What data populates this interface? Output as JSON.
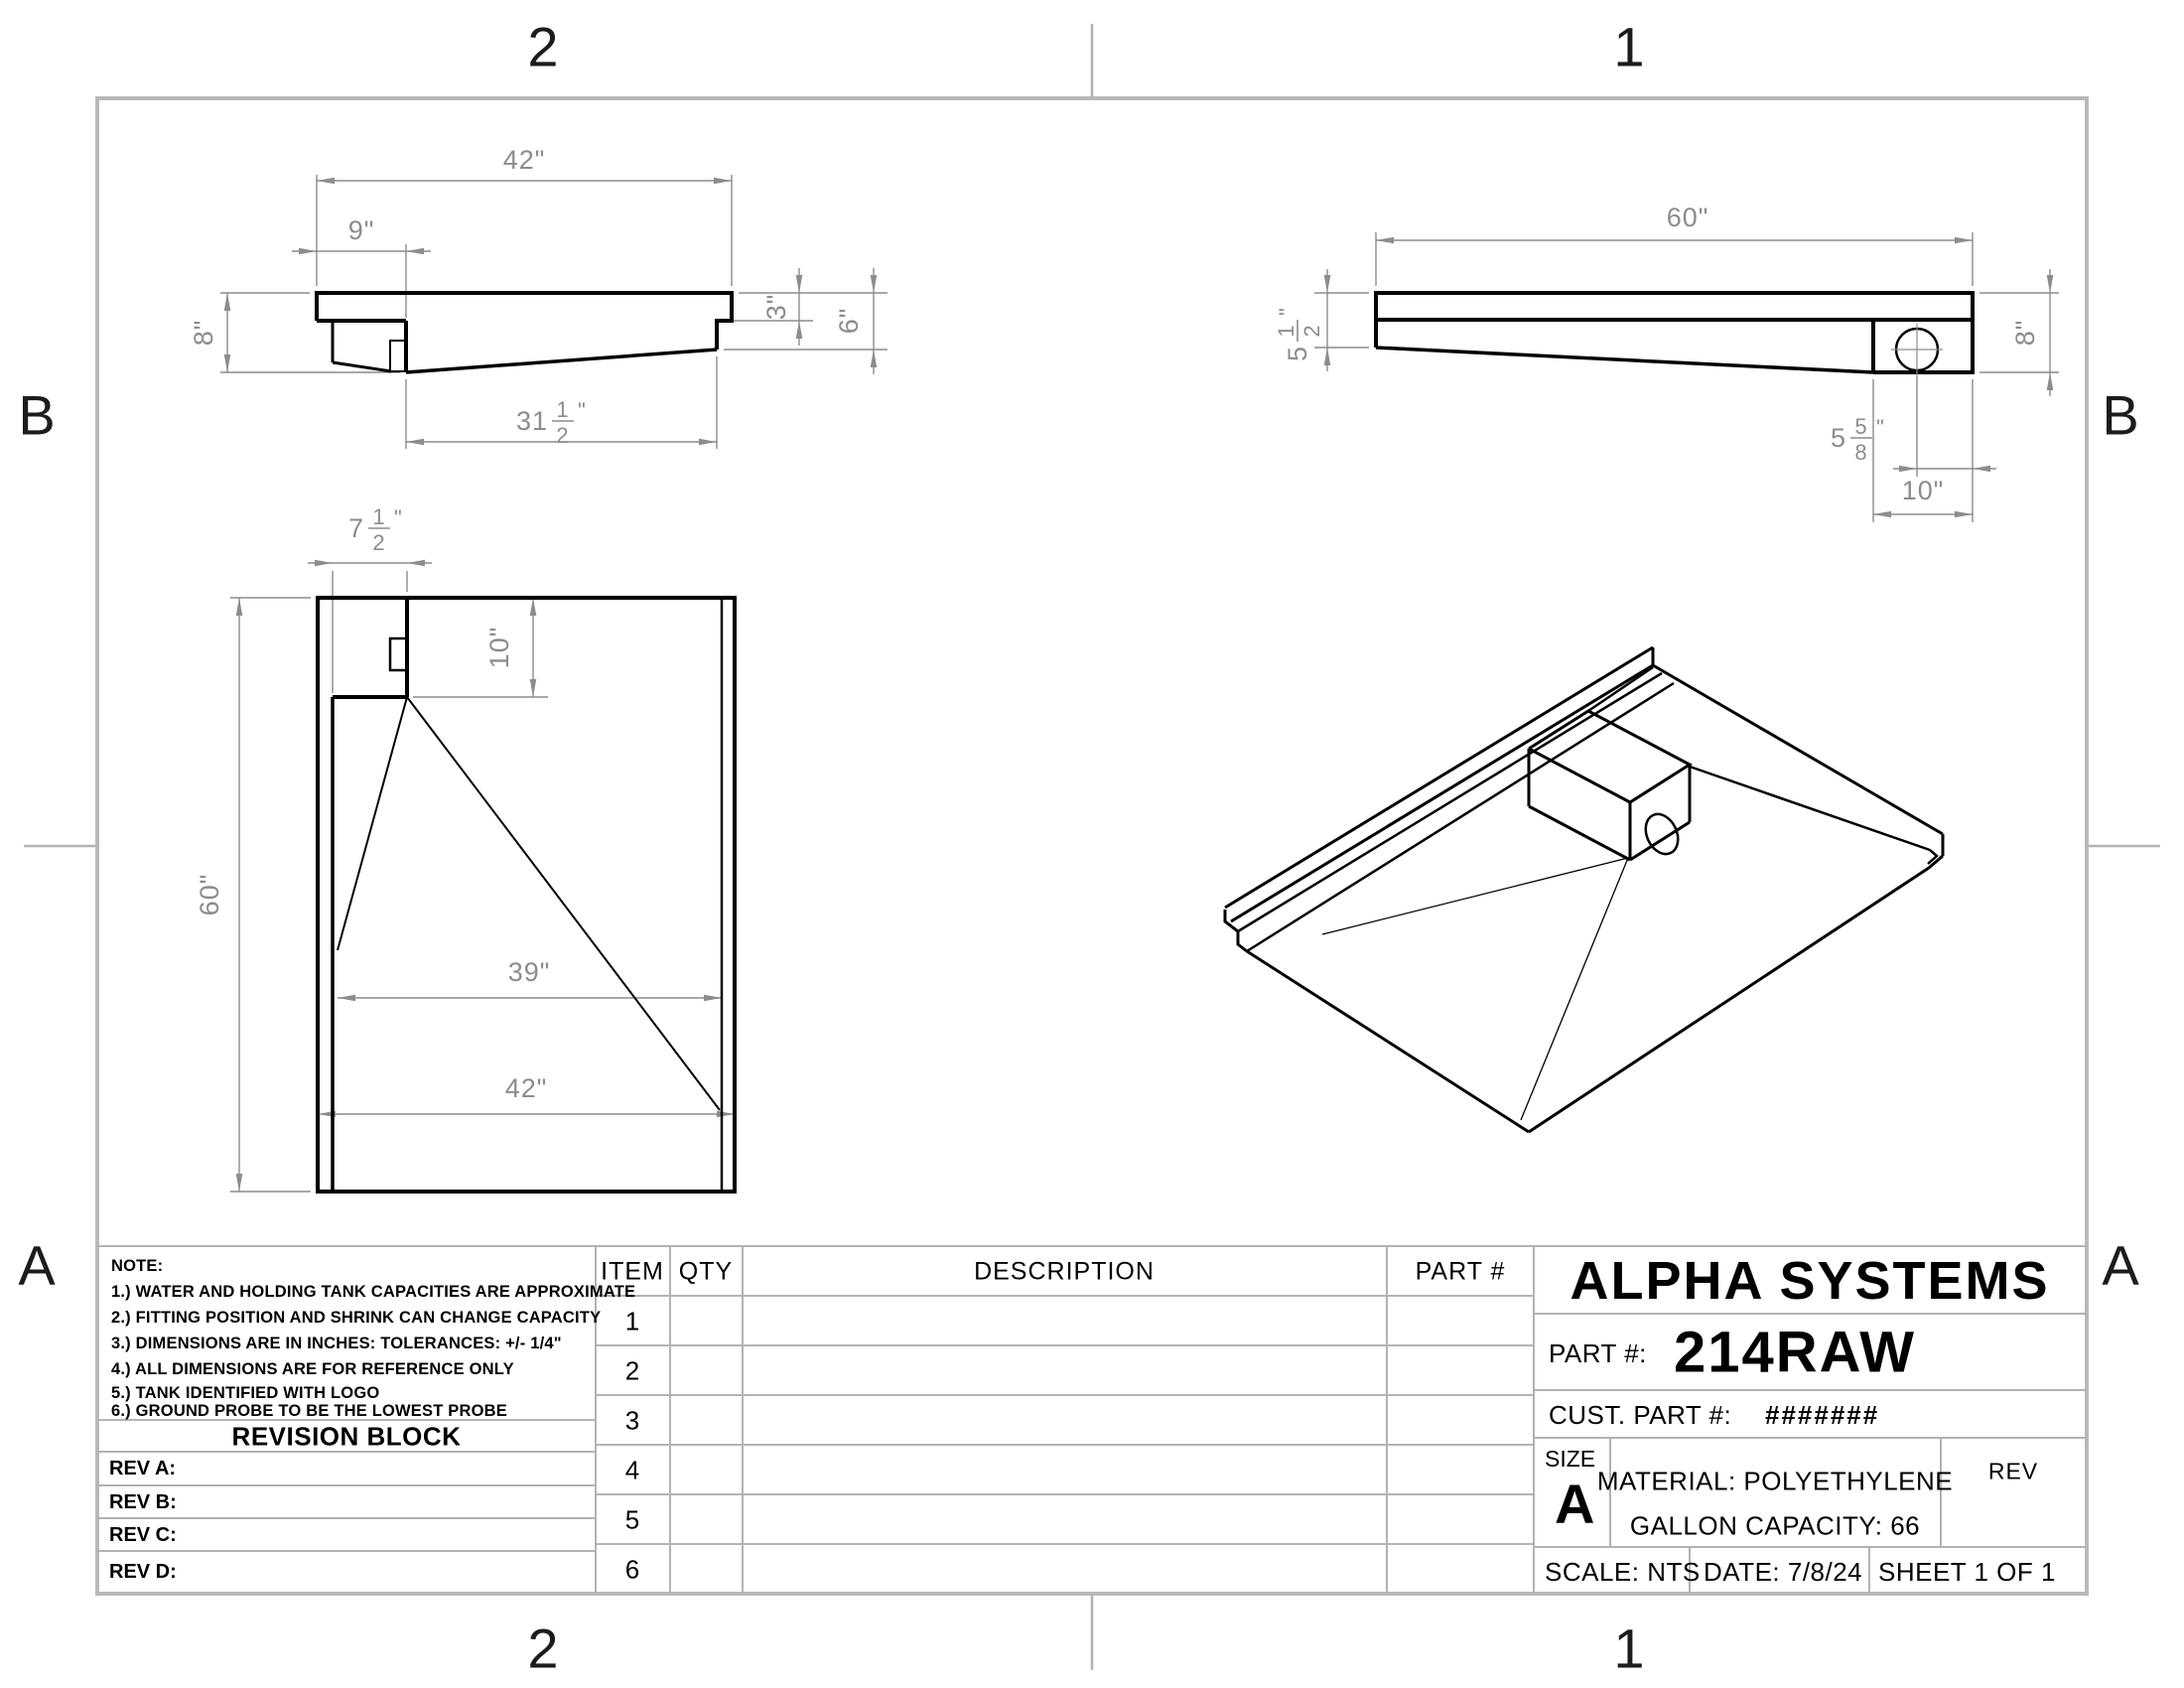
{
  "zones": {
    "top": [
      "2",
      "1"
    ],
    "bottom": [
      "2",
      "1"
    ],
    "left": [
      "B",
      "A"
    ],
    "right": [
      "B",
      "A"
    ]
  },
  "dims": {
    "v1_width": "42\"",
    "v1_sump": "9\"",
    "v1_height": "8\"",
    "v1_bottom": {
      "whole": "31",
      "num": "1",
      "den": "2",
      "unit": "\""
    },
    "v1_step": "3\"",
    "v1_notch": "6\"",
    "v2_width": "60\"",
    "v2_left_height": {
      "whole": "5",
      "num": "1",
      "den": "2",
      "unit": "\""
    },
    "v2_right_height": "8\"",
    "v2_fitting": {
      "whole": "5",
      "num": "5",
      "den": "8",
      "unit": "\""
    },
    "v2_sump": "10\"",
    "v3_sump_w": {
      "whole": "7",
      "num": "1",
      "den": "2",
      "unit": "\""
    },
    "v3_sump_d": "10\"",
    "v3_length": "60\"",
    "v3_inner": "39\"",
    "v3_width": "42\""
  },
  "notes": {
    "title": "NOTE:",
    "items": [
      "1.) WATER AND HOLDING TANK CAPACITIES ARE APPROXIMATE",
      "2.) FITTING POSITION AND SHRINK CAN CHANGE CAPACITY",
      "3.) DIMENSIONS ARE IN INCHES: TOLERANCES: +/-  1/4\"",
      "4.) ALL DIMENSIONS ARE FOR REFERENCE ONLY",
      "5.) TANK IDENTIFIED WITH LOGO",
      "6.) GROUND PROBE TO BE THE LOWEST PROBE"
    ]
  },
  "revision_block": {
    "title": "REVISION BLOCK",
    "rows": [
      "REV A:",
      "REV B:",
      "REV C:",
      "REV D:"
    ]
  },
  "parts_table": {
    "headers": [
      "ITEM",
      "QTY",
      "DESCRIPTION",
      "PART #"
    ],
    "rows": [
      {
        "item": "1"
      },
      {
        "item": "2"
      },
      {
        "item": "3"
      },
      {
        "item": "4"
      },
      {
        "item": "5"
      },
      {
        "item": "6"
      }
    ]
  },
  "title_block": {
    "company": "ALPHA SYSTEMS",
    "part_label": "PART #:",
    "part_number": "214RAW",
    "cust_label": "CUST. PART #:",
    "cust_value": "#######",
    "size_label": "SIZE",
    "size_value": "A",
    "material": "MATERIAL: POLYETHYLENE",
    "rev_label": "REV",
    "capacity": "GALLON CAPACITY: 66",
    "scale": "SCALE: NTS",
    "date": "DATE: 7/8/24",
    "sheet": "SHEET 1 OF 1"
  }
}
